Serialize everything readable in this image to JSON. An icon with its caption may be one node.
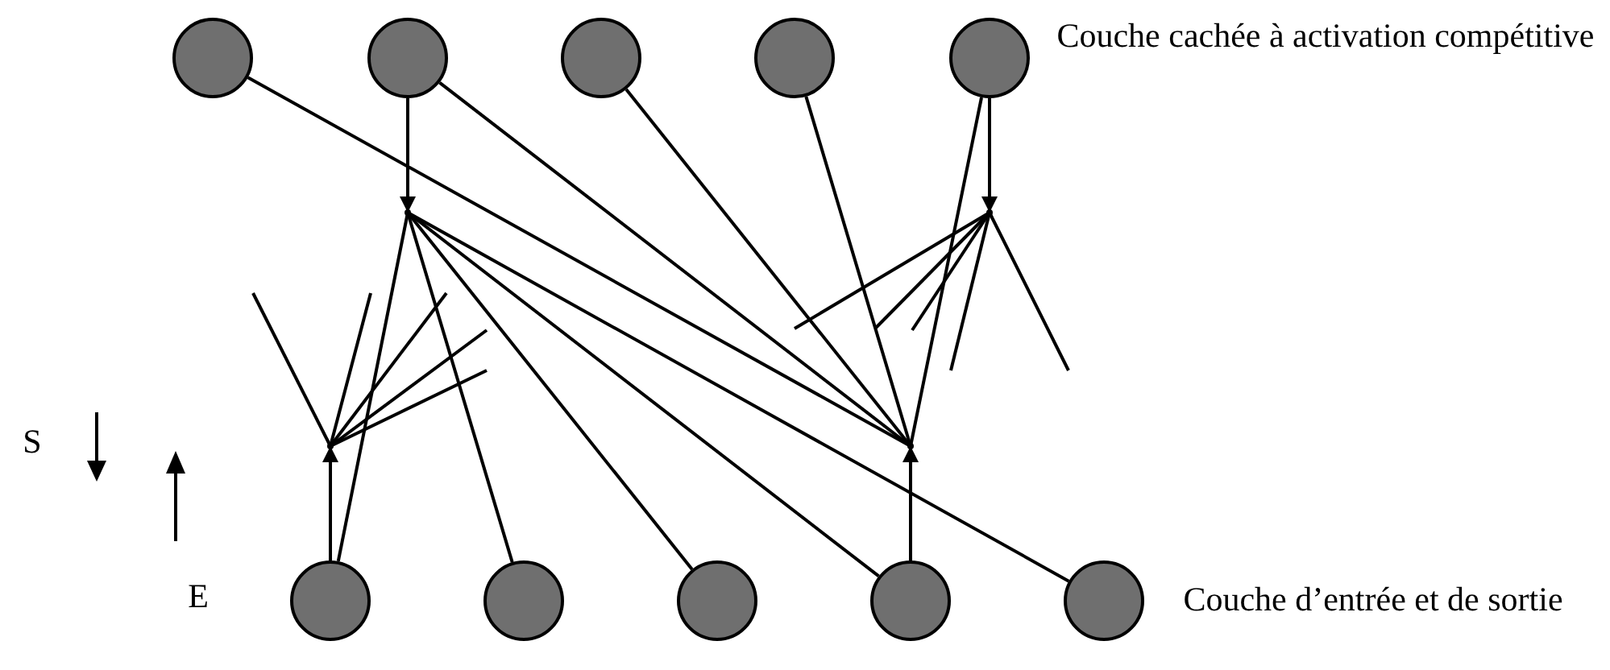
{
  "diagram": {
    "nodes": [
      {
        "text": [],
        "shape": "circle"
      },
      {
        "text": [],
        "shape": "circle"
      },
      {
        "text": [],
        "shape": "circle"
      },
      {
        "text": [],
        "shape": "circle"
      },
      {
        "text": [],
        "shape": "circle"
      },
      {
        "text": [],
        "shape": "point"
      },
      {
        "text": [],
        "shape": "point"
      },
      {
        "text": [],
        "shape": "point"
      },
      {
        "text": [],
        "shape": "point"
      },
      {
        "text": [],
        "shape": "circle"
      },
      {
        "text": [],
        "shape": "circle"
      },
      {
        "text": [],
        "shape": "circle"
      },
      {
        "text": [],
        "shape": "circle"
      },
      {
        "text": [],
        "shape": "circle"
      }
    ],
    "edges": [
      {
        "from": 1,
        "to": 5,
        "arrow": "to"
      },
      {
        "from": 4,
        "to": 6,
        "arrow": "to"
      },
      {
        "from": 9,
        "to": 7,
        "arrow": "to"
      },
      {
        "from": 12,
        "to": 8,
        "arrow": "to"
      },
      {
        "from": 0,
        "to": 8,
        "arrow": "none"
      },
      {
        "from": 1,
        "to": 8,
        "arrow": "none"
      },
      {
        "from": 2,
        "to": 8,
        "arrow": "none"
      },
      {
        "from": 3,
        "to": 8,
        "arrow": "none"
      },
      {
        "from": 4,
        "to": 8,
        "arrow": "none"
      },
      {
        "from": 5,
        "to": 9,
        "arrow": "none"
      },
      {
        "from": 5,
        "to": 10,
        "arrow": "none"
      },
      {
        "from": 5,
        "to": 11,
        "arrow": "none"
      },
      {
        "from": 5,
        "to": 12,
        "arrow": "none"
      },
      {
        "from": 5,
        "to": 13,
        "arrow": "none"
      },
      {
        "from": 7,
        "to": null,
        "arrow": "none"
      },
      {
        "from": 7,
        "to": null,
        "arrow": "none"
      },
      {
        "from": 7,
        "to": null,
        "arrow": "none"
      },
      {
        "from": 7,
        "to": null,
        "arrow": "none"
      },
      {
        "from": 7,
        "to": null,
        "arrow": "none"
      },
      {
        "from": 6,
        "to": null,
        "arrow": "none"
      },
      {
        "from": 6,
        "to": null,
        "arrow": "none"
      },
      {
        "from": 6,
        "to": null,
        "arrow": "none"
      },
      {
        "from": 6,
        "to": null,
        "arrow": "none"
      },
      {
        "from": 6,
        "to": null,
        "arrow": "none"
      }
    ],
    "labels": [
      "Couche cachée à activation compétitive",
      "S",
      "E",
      "Couche d’entrée et de sortie"
    ]
  }
}
